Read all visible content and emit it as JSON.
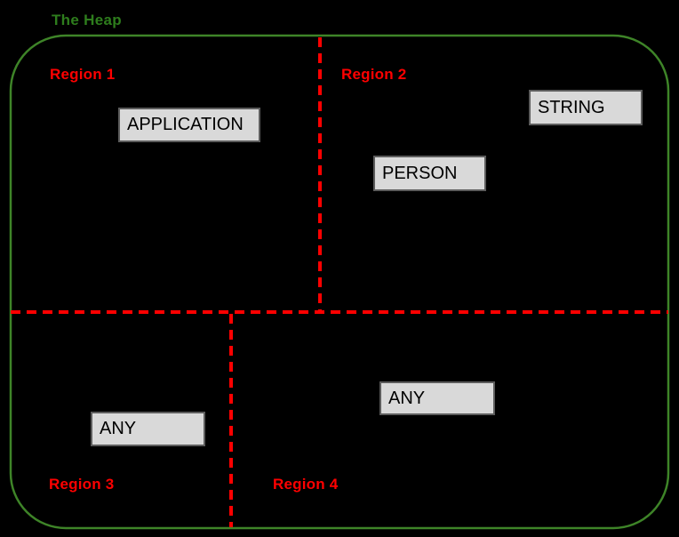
{
  "heap": {
    "label": "The Heap",
    "label_color": "#2e7d1d",
    "border_color": "#3e8428"
  },
  "dividers": {
    "color": "#ff0000",
    "style": "dashed"
  },
  "regions": [
    {
      "label": "Region 1"
    },
    {
      "label": "Region 2"
    },
    {
      "label": "Region 3"
    },
    {
      "label": "Region 4"
    }
  ],
  "boxes": [
    {
      "label": "APPLICATION",
      "region": "Region 1"
    },
    {
      "label": "STRING",
      "region": "Region 2"
    },
    {
      "label": "PERSON",
      "region": "Region 2"
    },
    {
      "label": "ANY",
      "region": "Region 3"
    },
    {
      "label": "ANY",
      "region": "Region 4"
    }
  ],
  "colors": {
    "background": "#000000",
    "box_fill": "#d9d9d9",
    "box_border": "#5c5c5c",
    "box_text": "#000000",
    "region_label": "#ff0000"
  }
}
